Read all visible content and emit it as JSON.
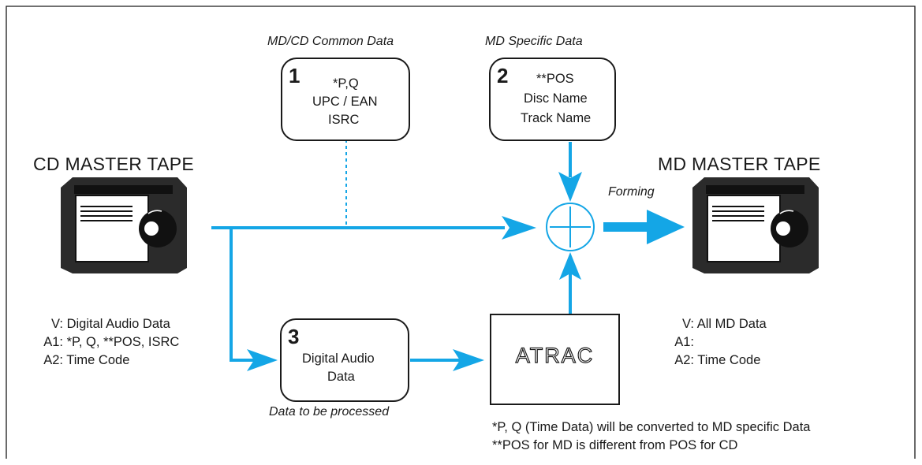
{
  "diagram": {
    "captions": {
      "common": "MD/CD Common Data",
      "specific": "MD Specific Data",
      "processed": "Data to be processed",
      "forming": "Forming"
    },
    "source_tape_label": "CD MASTER TAPE",
    "target_tape_label": "MD MASTER TAPE",
    "boxes": [
      {
        "number": "1",
        "lines": [
          "*P,Q",
          "UPC / EAN",
          "ISRC"
        ]
      },
      {
        "number": "2",
        "lines": [
          "**POS",
          "Disc Name",
          "Track Name"
        ]
      },
      {
        "number": "3",
        "lines": [
          "Digital Audio",
          "Data"
        ]
      }
    ],
    "processor_label": "ATRAC",
    "combiner_symbol": "⊕",
    "cd_tracks": [
      {
        "key": "V:",
        "value": "Digital Audio Data"
      },
      {
        "key": "A1:",
        "value": "*P, Q, **POS, ISRC"
      },
      {
        "key": "A2:",
        "value": "Time Code"
      }
    ],
    "md_tracks": [
      {
        "key": "V:",
        "value": "All MD Data"
      },
      {
        "key": "A1:",
        "value": ""
      },
      {
        "key": "A2:",
        "value": "Time Code"
      }
    ],
    "footnotes": [
      "*P, Q (Time Data) will be converted to MD specific Data",
      "**POS for MD is different from POS for CD"
    ],
    "colors": {
      "flow": "#14a6e6",
      "outline": "#1a1a1a",
      "tape_body": "#2b2b2b",
      "tape_label": "#ffffff"
    }
  }
}
